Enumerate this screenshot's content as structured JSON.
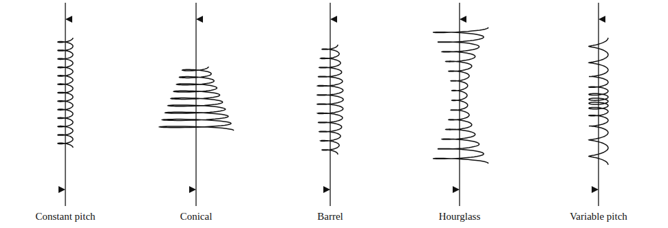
{
  "diagram": {
    "labels": [
      "Constant pitch",
      "Conical",
      "Barrel",
      "Hourglass",
      "Variable pitch"
    ]
  }
}
